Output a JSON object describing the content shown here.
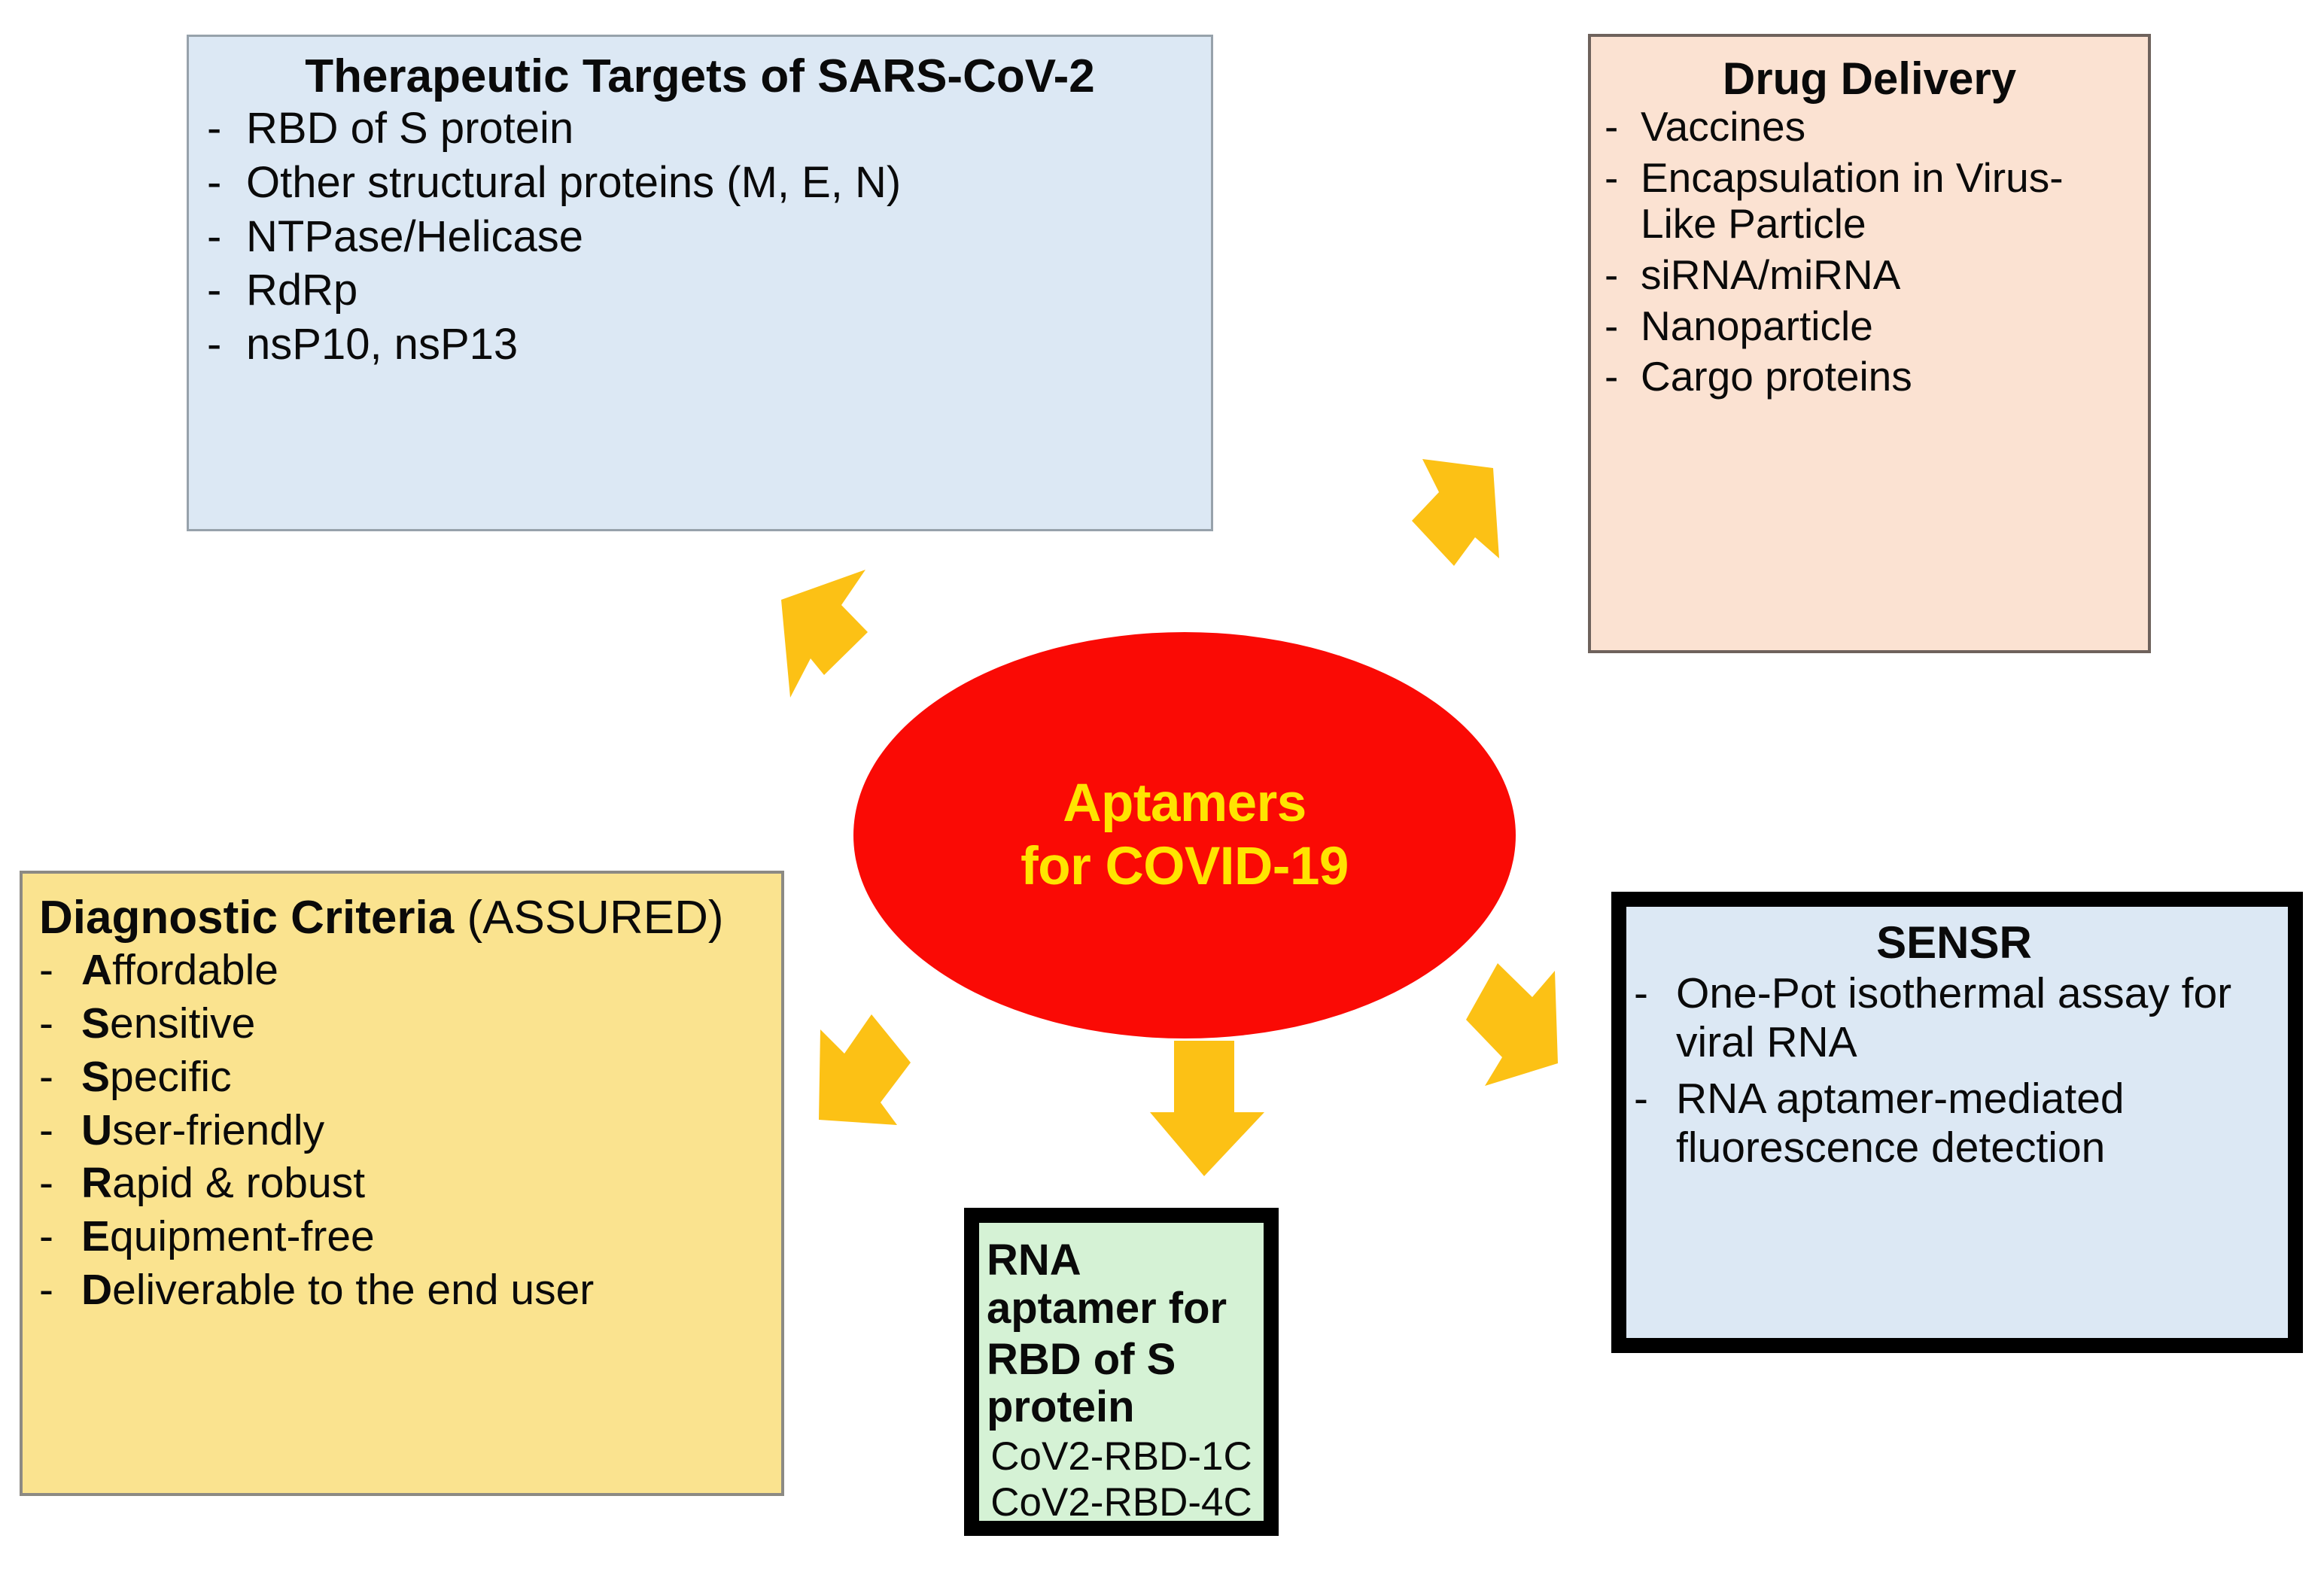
{
  "figure": {
    "center": {
      "line1": "Aptamers",
      "line2": "for COVID-19",
      "fill_color": "#FA0A05",
      "text_color": "#FFE400"
    },
    "arrow_color": "#FCC115"
  },
  "therapeutic": {
    "title": "Therapeutic Targets of SARS-CoV-2",
    "bullet": "-",
    "box_color": "#DCE8F4",
    "items": [
      "RBD of S protein",
      "Other structural proteins (M, E, N)",
      "NTPase/Helicase",
      "RdRp",
      "nsP10, nsP13"
    ]
  },
  "drug_delivery": {
    "title": "Drug Delivery",
    "bullet": "-",
    "box_color": "#FBE2D2",
    "items": [
      "Vaccines",
      "Encapsulation in Virus-Like Particle",
      "siRNA/miRNA",
      "Nanoparticle",
      "Cargo proteins"
    ]
  },
  "diagnostic": {
    "title_bold": "Diagnostic Criteria",
    "title_regular": " (ASSURED)",
    "bullet": "-",
    "box_color": "#FAE38F",
    "items": [
      {
        "lead": "A",
        "rest": "ffordable"
      },
      {
        "lead": "S",
        "rest": "ensitive"
      },
      {
        "lead": "S",
        "rest": "pecific"
      },
      {
        "lead": "U",
        "rest": "ser-friendly"
      },
      {
        "lead": "R",
        "rest": "apid & robust"
      },
      {
        "lead": "E",
        "rest": "quipment-free"
      },
      {
        "lead": "D",
        "rest": "eliverable to the end user"
      }
    ]
  },
  "sensr": {
    "title": "SENSR",
    "bullet": "-",
    "box_color": "#DCE8F4",
    "border_color": "#000000",
    "items": [
      "One-Pot isothermal assay for viral RNA",
      "RNA aptamer-mediated fluorescence detection"
    ]
  },
  "rna_aptamer": {
    "title_line1": "RNA aptamer for",
    "title_line2": "RBD of S protein",
    "box_color": "#D5F2D5",
    "border_color": "#000000",
    "sequences": [
      "CoV2-RBD-1C",
      "CoV2-RBD-4C"
    ]
  }
}
